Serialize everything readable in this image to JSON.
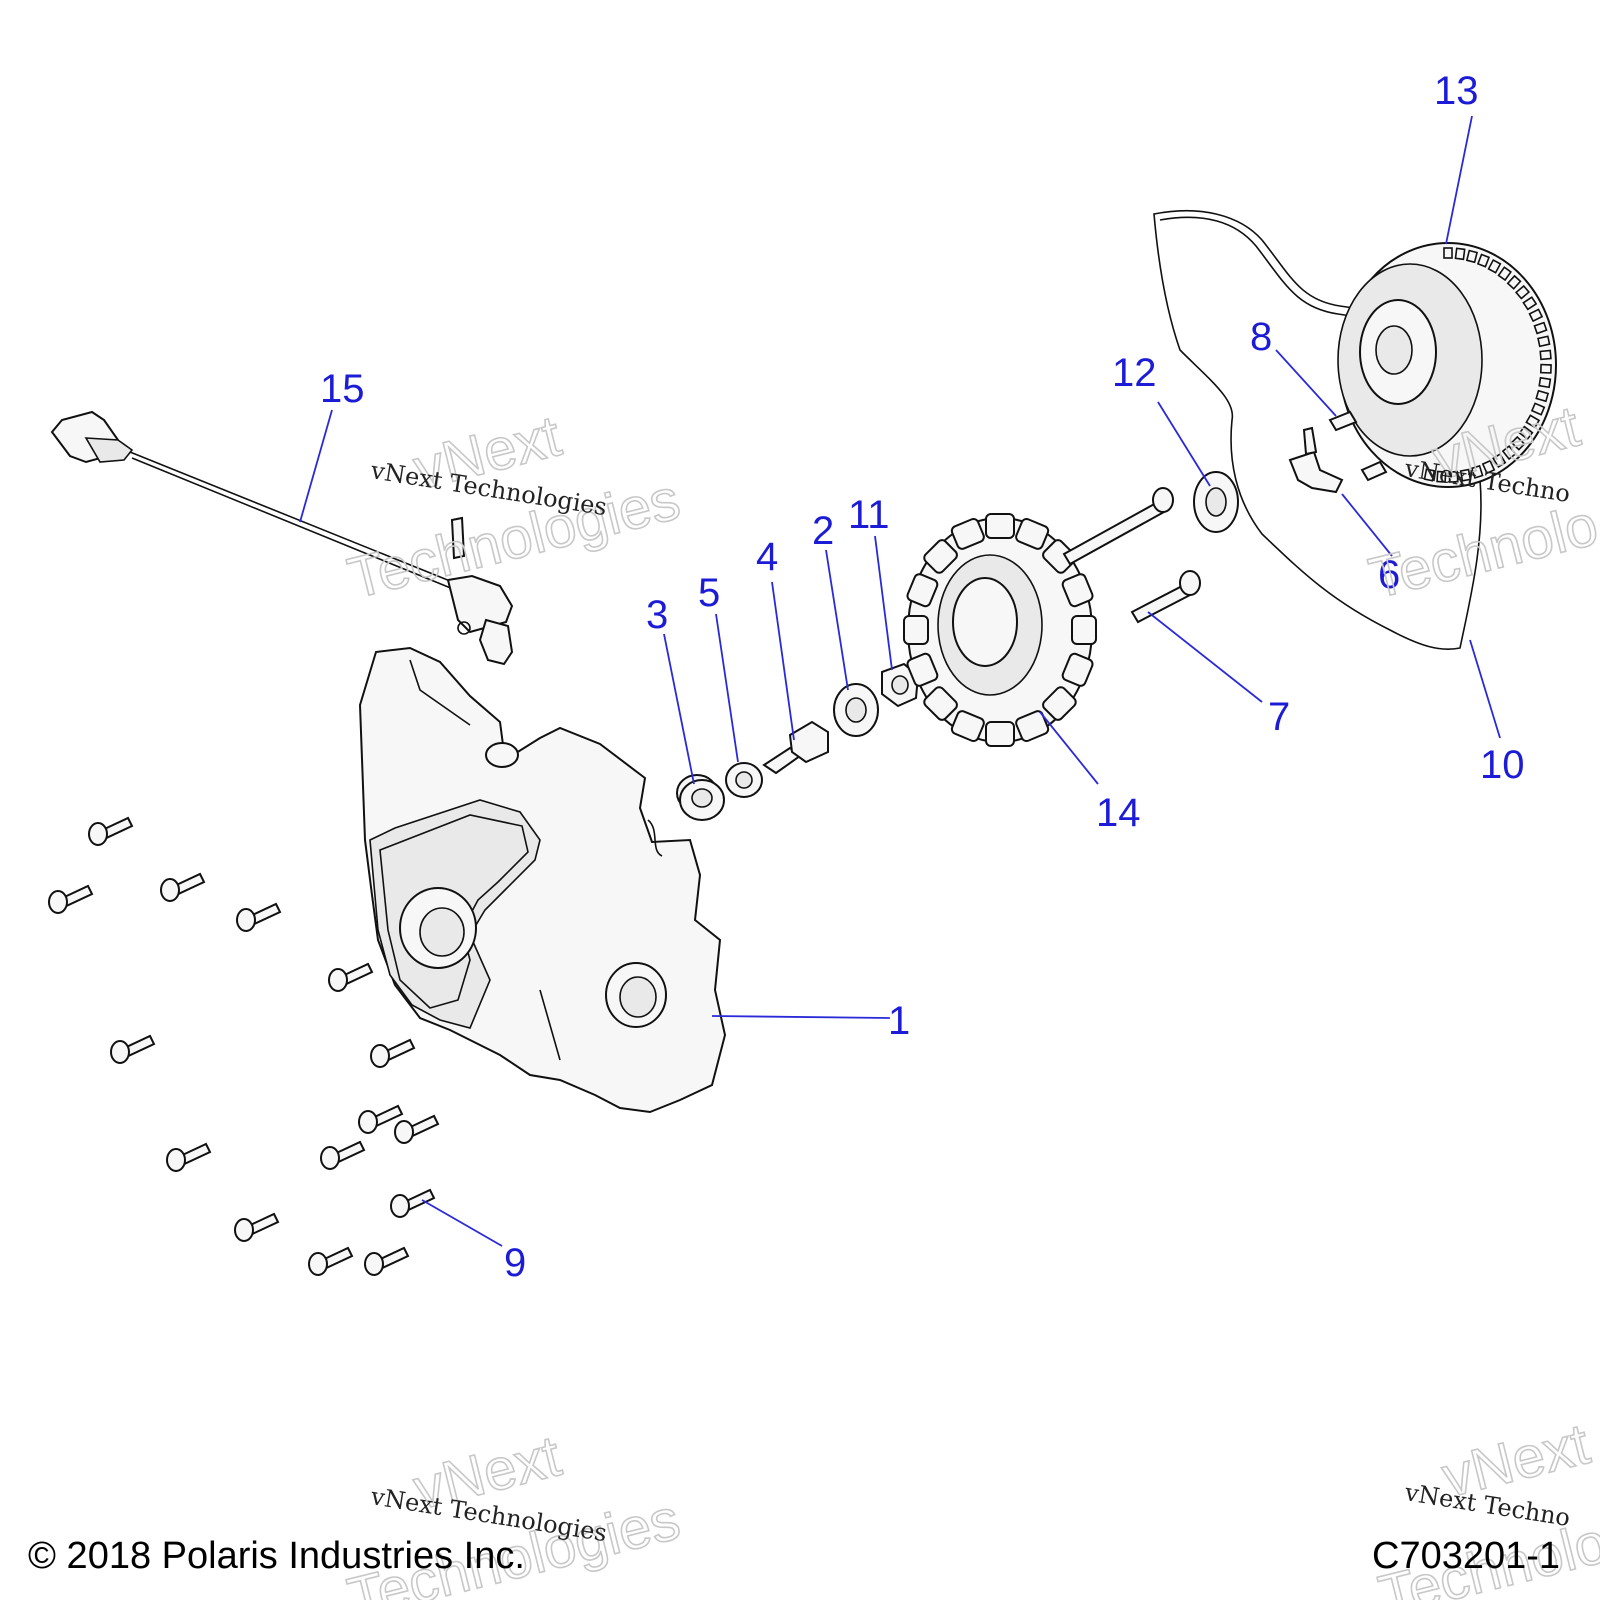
{
  "callouts": [
    {
      "id": "1",
      "label": "1"
    },
    {
      "id": "2",
      "label": "2"
    },
    {
      "id": "3",
      "label": "3"
    },
    {
      "id": "4",
      "label": "4"
    },
    {
      "id": "5",
      "label": "5"
    },
    {
      "id": "6",
      "label": "6"
    },
    {
      "id": "7",
      "label": "7"
    },
    {
      "id": "8",
      "label": "8"
    },
    {
      "id": "9",
      "label": "9"
    },
    {
      "id": "10",
      "label": "10"
    },
    {
      "id": "11",
      "label": "11"
    },
    {
      "id": "12",
      "label": "12"
    },
    {
      "id": "13",
      "label": "13"
    },
    {
      "id": "14",
      "label": "14"
    },
    {
      "id": "15",
      "label": "15"
    }
  ],
  "watermark": {
    "line1": "vNext",
    "line2": "Technologies",
    "caption": "vNext Technologies",
    "caption_partial": "vNext Techno",
    "big_partial_1": "vNext",
    "big_partial_2": "Technolo"
  },
  "footer": {
    "copyright": "© 2018 Polaris Industries Inc.",
    "drawing_number": "C703201-1"
  }
}
